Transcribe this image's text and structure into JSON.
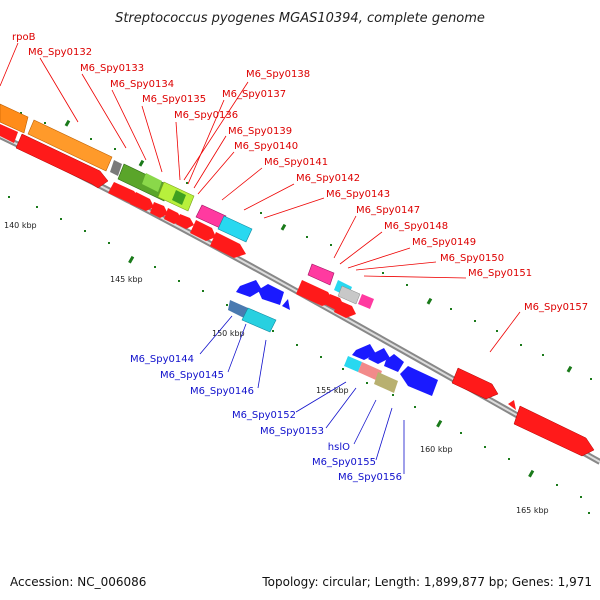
{
  "title": "Streptococcus pyogenes MGAS10394, complete genome",
  "footer": {
    "accession": "Accession: NC_006086",
    "topology": "Topology: circular; Length: 1,899,877 bp; Genes: 1,971"
  },
  "scale_labels": [
    "140 kbp",
    "145 kbp",
    "150 kbp",
    "155 kbp",
    "160 kbp",
    "165 kbp"
  ],
  "colors": {
    "forward_label": "#dd0000",
    "reverse_label": "#1010cc",
    "backbone": "#888888",
    "tick": "#1a7a1a"
  },
  "forward_genes": [
    "rpoB",
    "M6_Spy0132",
    "M6_Spy0133",
    "M6_Spy0134",
    "M6_Spy0135",
    "M6_Spy0136",
    "M6_Spy0137",
    "M6_Spy0138",
    "M6_Spy0139",
    "M6_Spy0140",
    "M6_Spy0141",
    "M6_Spy0142",
    "M6_Spy0143",
    "M6_Spy0147",
    "M6_Spy0148",
    "M6_Spy0149",
    "M6_Spy0150",
    "M6_Spy0151",
    "M6_Spy0157"
  ],
  "reverse_genes": [
    "M6_Spy0144",
    "M6_Spy0145",
    "M6_Spy0146",
    "M6_Spy0152",
    "M6_Spy0153",
    "hslO",
    "M6_Spy0155",
    "M6_Spy0156"
  ]
}
